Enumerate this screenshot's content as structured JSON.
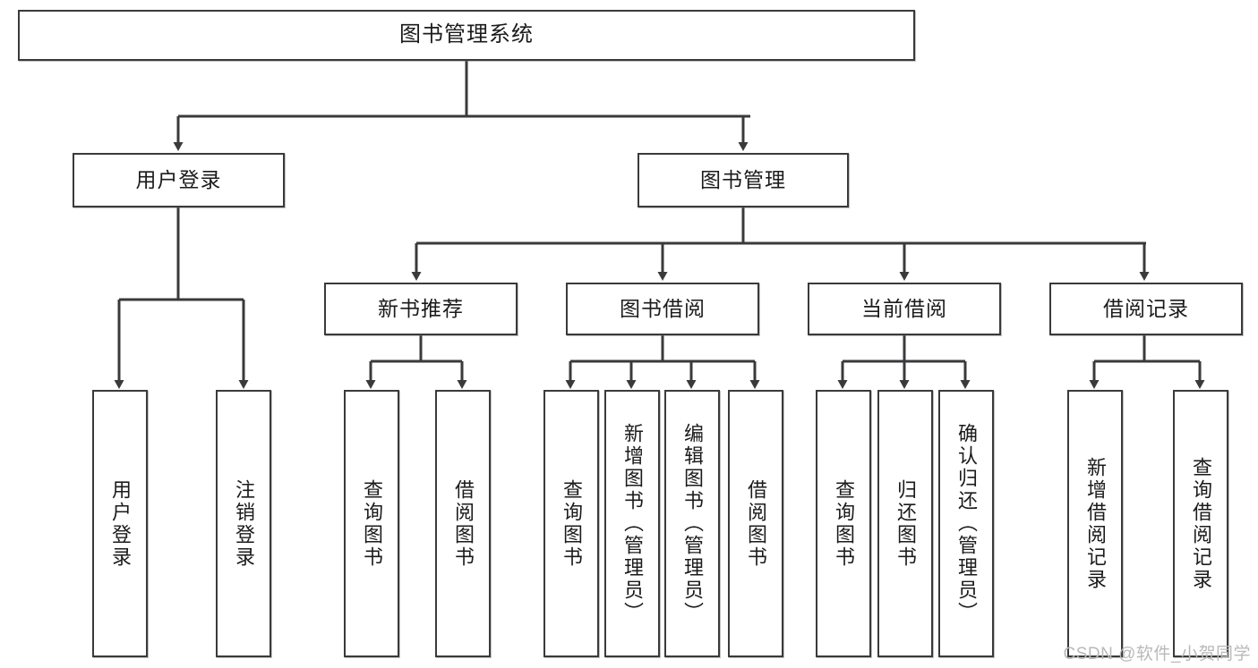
{
  "diagram": {
    "title": "图书管理系统",
    "type": "tree-hierarchy-chart",
    "stroke_color": "#3a3a3c",
    "text_color": "#1b1b1b",
    "background_color": "#ffffff"
  },
  "root": {
    "label": "图书管理系统"
  },
  "level1": [
    {
      "id": "user-login",
      "label": "用户登录"
    },
    {
      "id": "book-manage",
      "label": "图书管理"
    }
  ],
  "level2": [
    {
      "id": "new-book-recommend",
      "label": "新书推荐"
    },
    {
      "id": "book-borrow",
      "label": "图书借阅"
    },
    {
      "id": "current-borrow",
      "label": "当前借阅"
    },
    {
      "id": "borrow-record",
      "label": "借阅记录"
    }
  ],
  "leaves": [
    {
      "id": "leaf-user-login",
      "label": "用户登录",
      "parent": "user-login"
    },
    {
      "id": "leaf-user-logout",
      "label": "注销登录",
      "parent": "user-login"
    },
    {
      "id": "leaf-query-book-1",
      "label": "查询图书",
      "parent": "new-book-recommend"
    },
    {
      "id": "leaf-borrow-book-1",
      "label": "借阅图书",
      "parent": "new-book-recommend"
    },
    {
      "id": "leaf-query-book-2",
      "label": "查询图书",
      "parent": "book-borrow"
    },
    {
      "id": "leaf-add-book",
      "label": "新增图书（管理员）",
      "parent": "book-borrow"
    },
    {
      "id": "leaf-edit-book",
      "label": "编辑图书（管理员）",
      "parent": "book-borrow"
    },
    {
      "id": "leaf-borrow-book-2",
      "label": "借阅图书",
      "parent": "book-borrow"
    },
    {
      "id": "leaf-query-book-3",
      "label": "查询图书",
      "parent": "current-borrow"
    },
    {
      "id": "leaf-return-book",
      "label": "归还图书",
      "parent": "current-borrow"
    },
    {
      "id": "leaf-confirm-return",
      "label": "确认归还（管理员）",
      "parent": "current-borrow"
    },
    {
      "id": "leaf-add-record",
      "label": "新增借阅记录",
      "parent": "borrow-record"
    },
    {
      "id": "leaf-query-record",
      "label": "查询借阅记录",
      "parent": "borrow-record"
    }
  ],
  "watermark": {
    "text": "CSDN @软件_小贺同学"
  }
}
